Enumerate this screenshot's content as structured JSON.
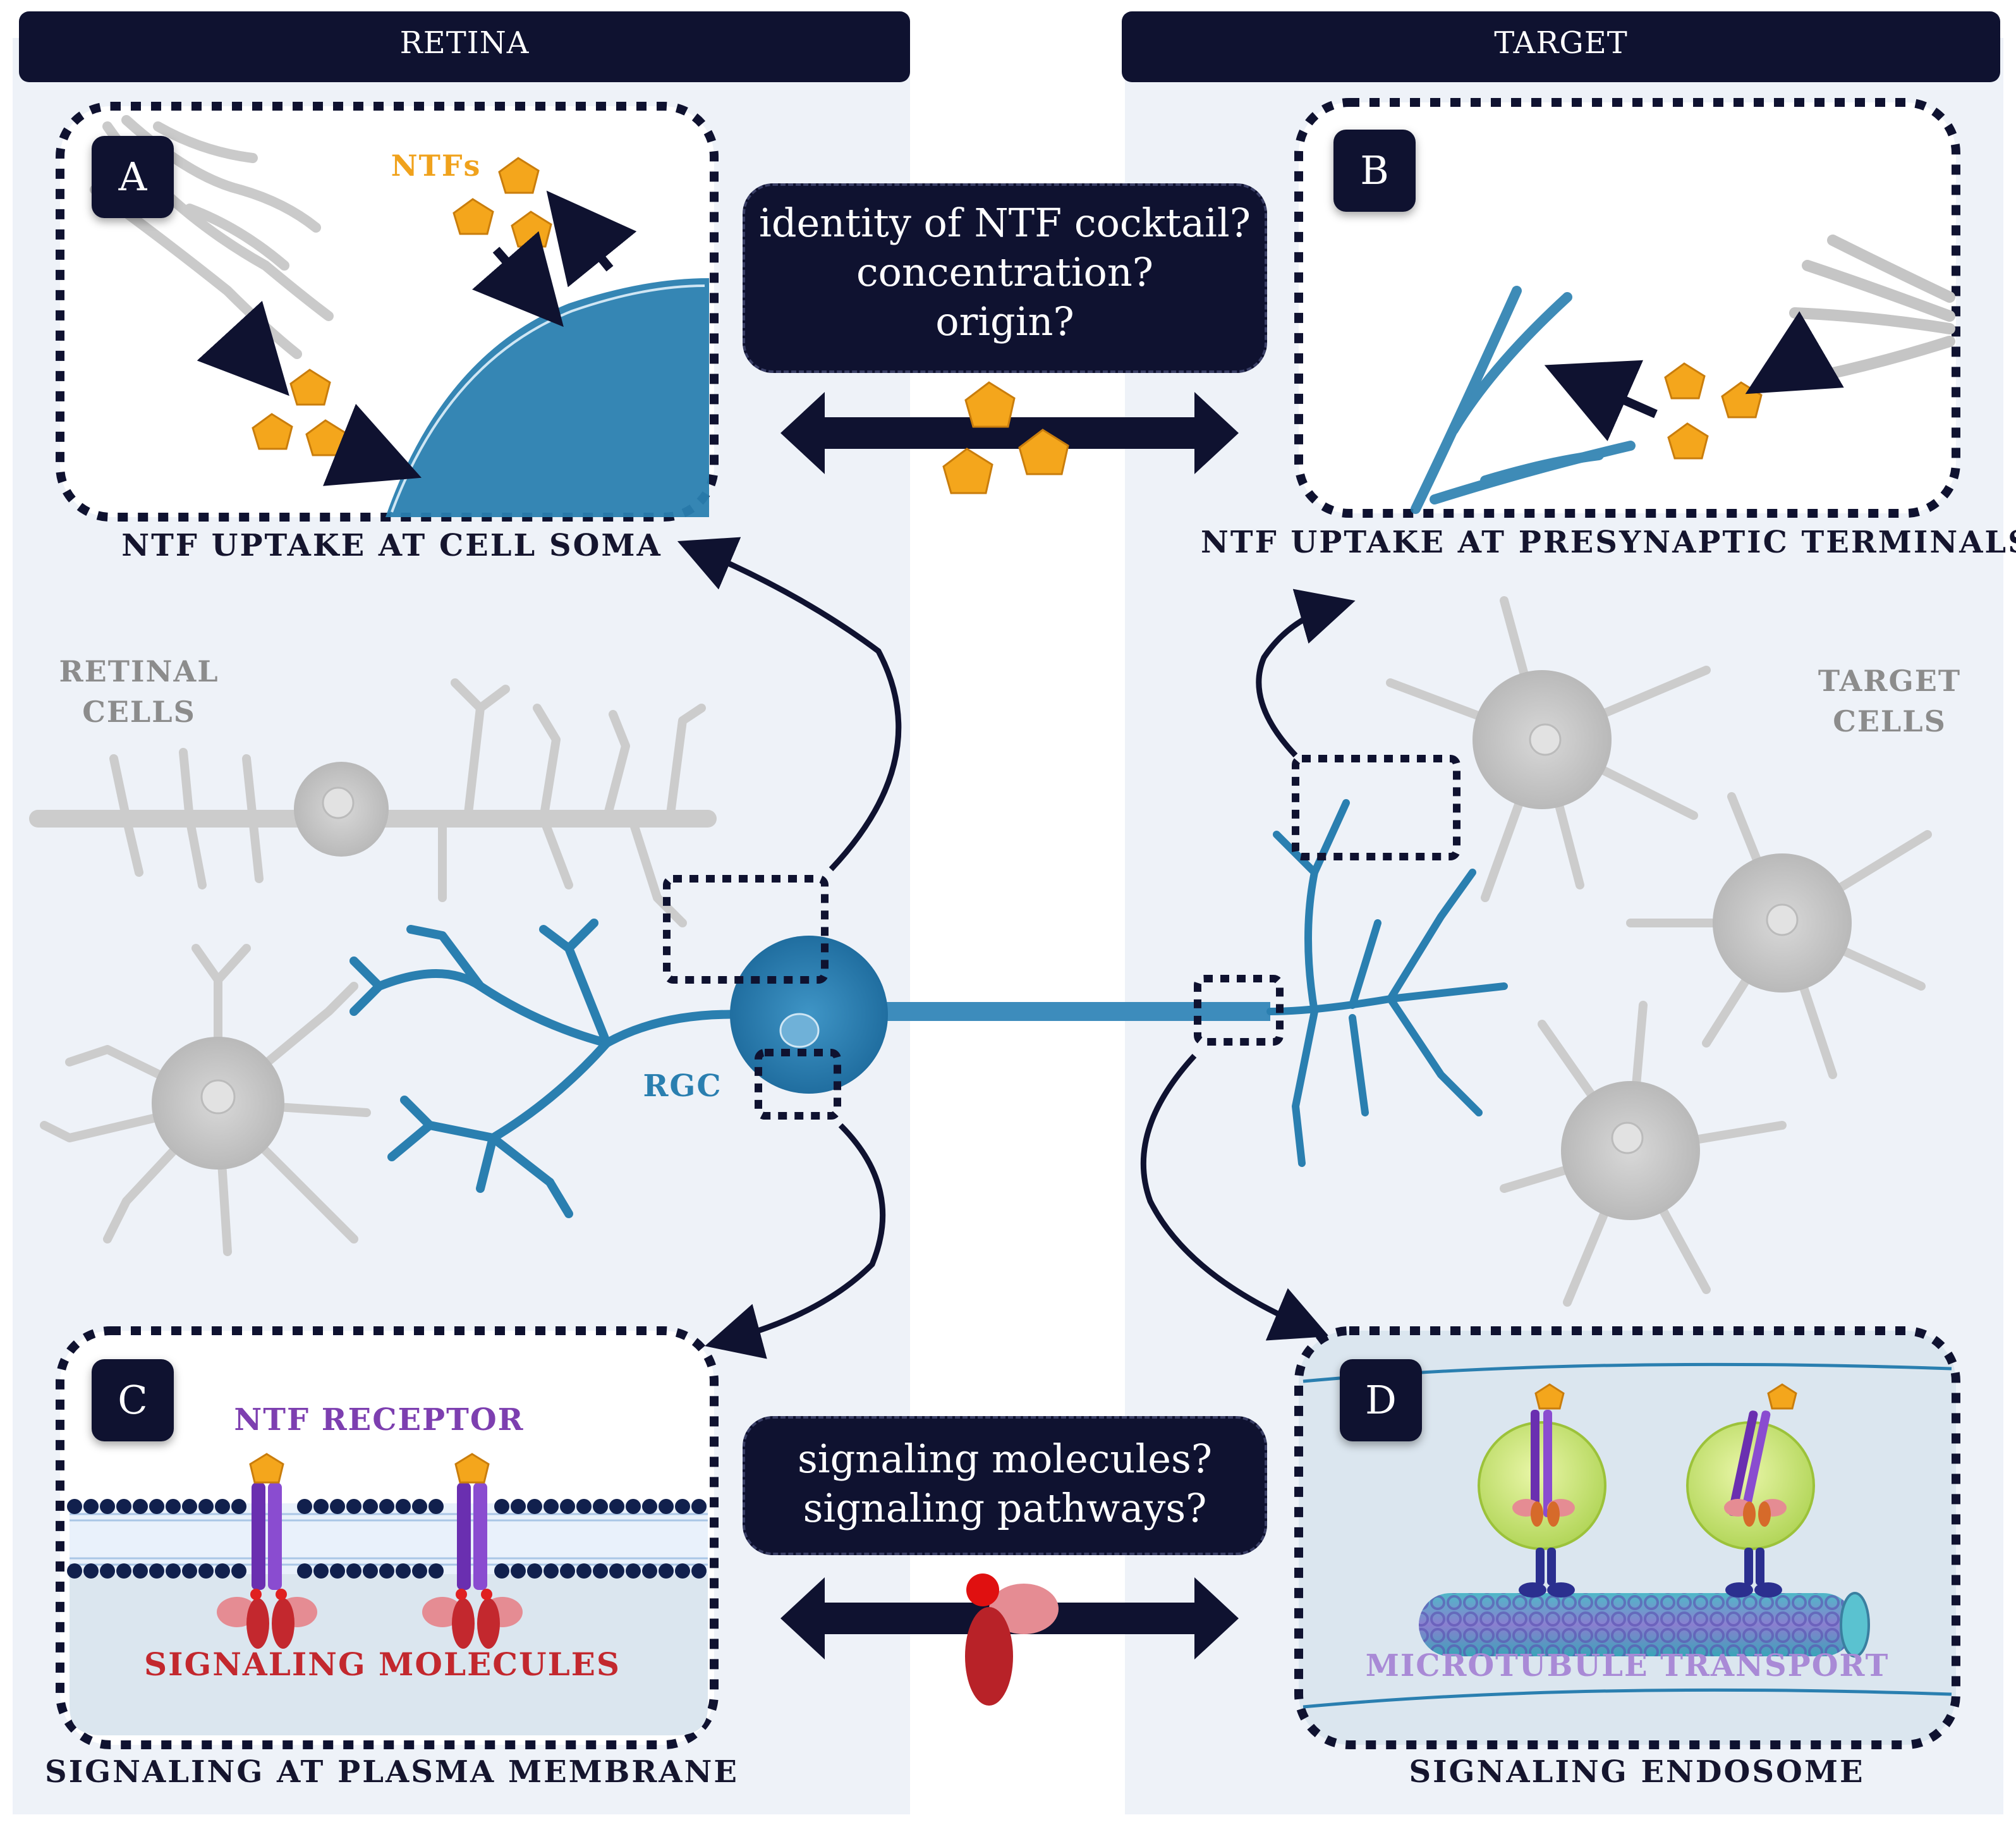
{
  "headers": {
    "retina": "RETINA",
    "target": "TARGET"
  },
  "panels": {
    "a": {
      "letter": "A",
      "caption": "NTF UPTAKE AT CELL SOMA",
      "ntf_label": "NTFs"
    },
    "b": {
      "letter": "B",
      "caption": "NTF UPTAKE AT PRESYNAPTIC TERMINALS"
    },
    "c": {
      "letter": "C",
      "caption": "SIGNALING AT PLASMA MEMBRANE",
      "receptor_label": "NTF RECEPTOR",
      "molecules_label": "SIGNALING  MOLECULES"
    },
    "d": {
      "letter": "D",
      "caption": "SIGNALING ENDOSOME",
      "transport_label": "MICROTUBULE  TRANSPORT"
    }
  },
  "questions_top": [
    "identity  of NTF cocktail?",
    "concentration?",
    "origin?"
  ],
  "questions_bottom": [
    "signaling  molecules?",
    "signaling  pathways?"
  ],
  "labels": {
    "retinal_cells": [
      "RETINAL",
      "CELLS"
    ],
    "target_cells": [
      "TARGET",
      "CELLS"
    ],
    "rgc": "RGC"
  },
  "colors": {
    "navy": "#0f1230",
    "rgc_blue": "#2a7fb0",
    "ntf_orange": "#f0a21c",
    "receptor_purple": "#7d3fb0",
    "signal_red": "#c3282e",
    "bg_panel": "#eef2f8"
  }
}
